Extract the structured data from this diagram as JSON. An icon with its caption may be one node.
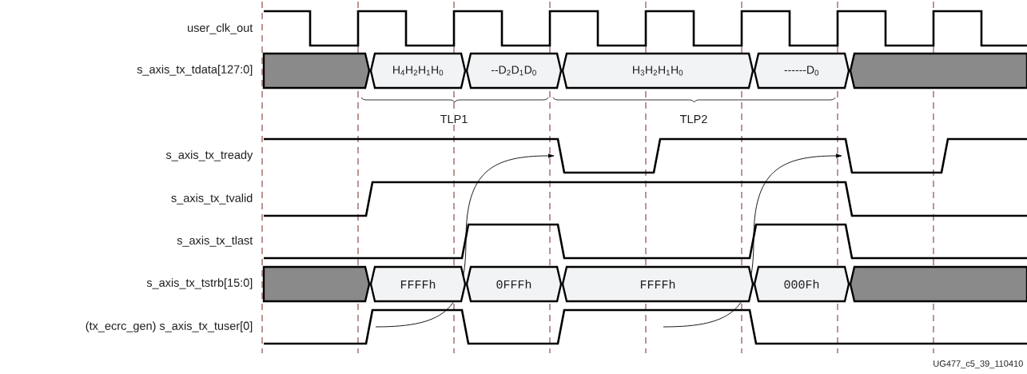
{
  "diagram": {
    "nodes": [
      {
        "text": [],
        "shape": "bar"
      },
      {
        "text": [
          "H$_{4}$H$_{2}$H$_{1}$H$_{0}$"
        ]
      },
      {
        "text": [
          "--D$_{2}$D$_{1}$D$_{0}$"
        ]
      },
      {
        "text": [
          "H$_{3}$H$_{2}$H$_{1}$H$_{0}$"
        ]
      },
      {
        "text": [
          "------D$_{0}$"
        ]
      },
      {
        "text": [],
        "shape": "bar"
      },
      {
        "text": [],
        "shape": "bar"
      },
      {
        "text": [
          "FFFFh"
        ]
      },
      {
        "text": [
          "0FFFh"
        ]
      },
      {
        "text": [
          "FFFFh"
        ]
      },
      {
        "text": [
          "000Fh"
        ]
      },
      {
        "text": [],
        "shape": "bar"
      }
    ],
    "labels": [
      "user_clk_out",
      "s_axis_tx_tdata[127:0]",
      "TLP1",
      "TLP2",
      "s_axis_tx_tready",
      "s_axis_tx_tvalid",
      "s_axis_tx_tlast",
      "s_axis_tx_tstrb[15:0]",
      "(tx_ecrc_gen) s_axis_tx_tuser[0]",
      "UG477_c5_39_110410"
    ]
  }
}
